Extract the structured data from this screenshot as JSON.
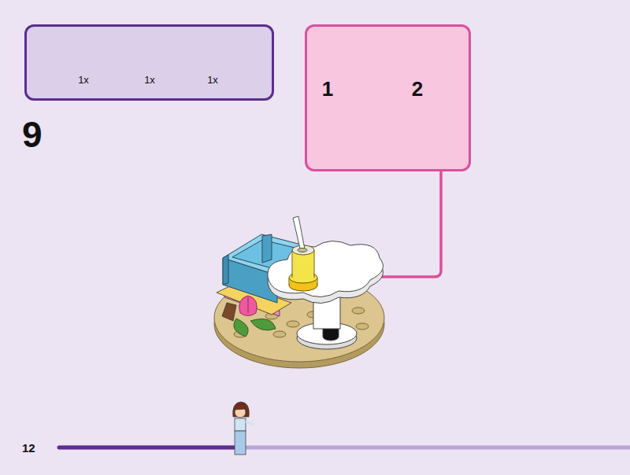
{
  "diagram": {
    "nodes": [
      {
        "text": [
          "1x",
          "1x",
          "1x"
        ]
      },
      {
        "text": [
          "1",
          "2"
        ]
      }
    ],
    "labels": [
      "9",
      "12"
    ]
  }
}
